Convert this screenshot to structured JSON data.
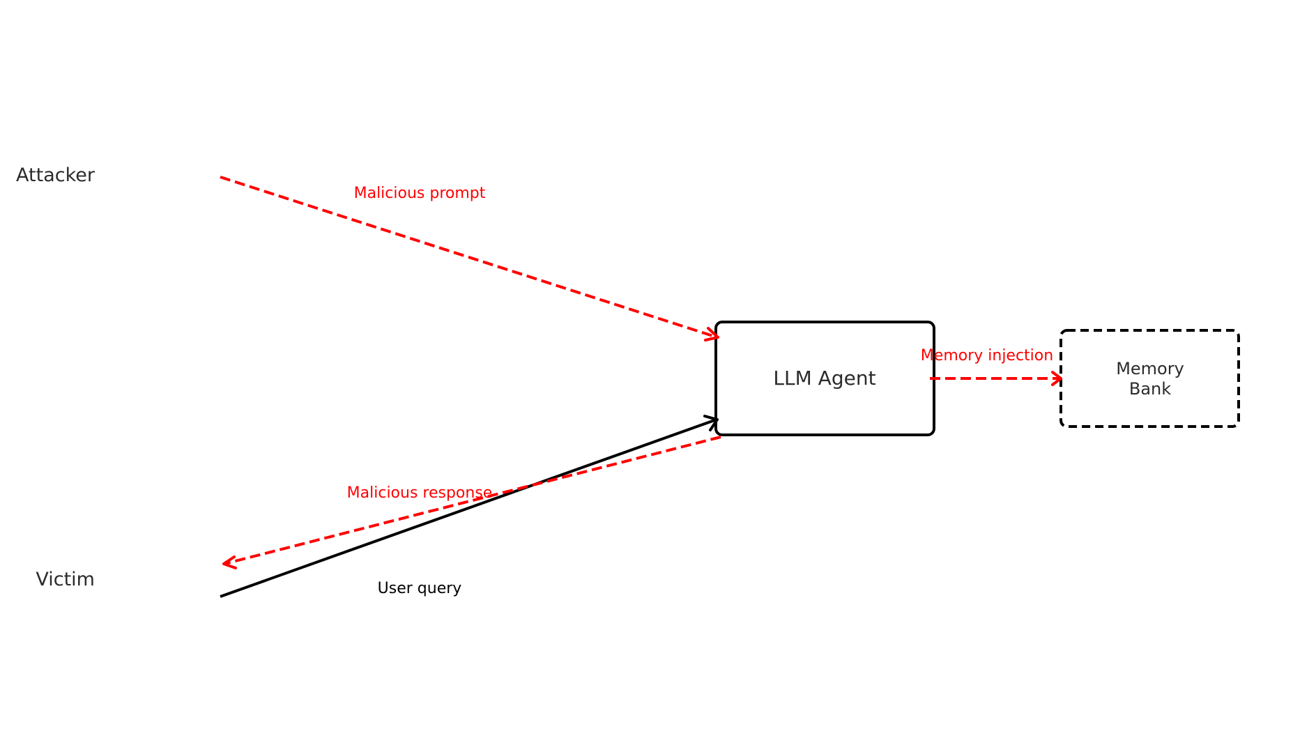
{
  "actors": {
    "attacker": "Attacker",
    "victim": "Victim"
  },
  "nodes": {
    "agent": "LLM Agent",
    "memory_line1": "Memory",
    "memory_line2": "Bank"
  },
  "edges": {
    "malicious_prompt": "Malicious prompt",
    "user_query": "User query",
    "malicious_response": "Malicious response",
    "memory_injection": "Memory injection"
  },
  "colors": {
    "attack": "#ff0000",
    "normal": "#000000",
    "text": "#2b2b2b"
  }
}
